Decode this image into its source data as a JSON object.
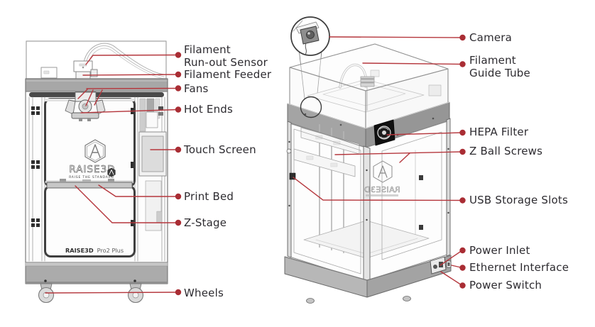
{
  "figure": {
    "kind": "labeled product diagram",
    "product": "Raise3D Pro2 Plus 3D printer",
    "accent_color": "#b03237",
    "text_color": "#2d2b30"
  },
  "front_view": {
    "branding": {
      "logo_text": "RAISE3D",
      "logo_tagline": "RAISE THE STANDARD",
      "model_bold": "RAISE3D",
      "model_rest": "Pro2 Plus"
    },
    "labels": [
      {
        "lines": [
          "Filament",
          "Run-out Sensor"
        ]
      },
      {
        "lines": [
          "Filament Feeder"
        ]
      },
      {
        "lines": [
          "Fans"
        ]
      },
      {
        "lines": [
          "Hot Ends"
        ]
      },
      {
        "lines": [
          "Touch Screen"
        ]
      },
      {
        "lines": [
          "Print Bed"
        ]
      },
      {
        "lines": [
          "Z-Stage"
        ]
      },
      {
        "lines": [
          "Wheels"
        ]
      }
    ]
  },
  "iso_view": {
    "branding": {
      "logo_text": "RAISE3D"
    },
    "labels": [
      {
        "lines": [
          "Camera"
        ]
      },
      {
        "lines": [
          "Filament",
          "Guide Tube"
        ]
      },
      {
        "lines": [
          "HEPA Filter"
        ]
      },
      {
        "lines": [
          "Z Ball Screws"
        ]
      },
      {
        "lines": [
          "USB Storage Slots"
        ]
      },
      {
        "lines": [
          "Power Inlet"
        ]
      },
      {
        "lines": [
          "Ethernet Interface"
        ]
      },
      {
        "lines": [
          "Power Switch"
        ]
      }
    ]
  }
}
